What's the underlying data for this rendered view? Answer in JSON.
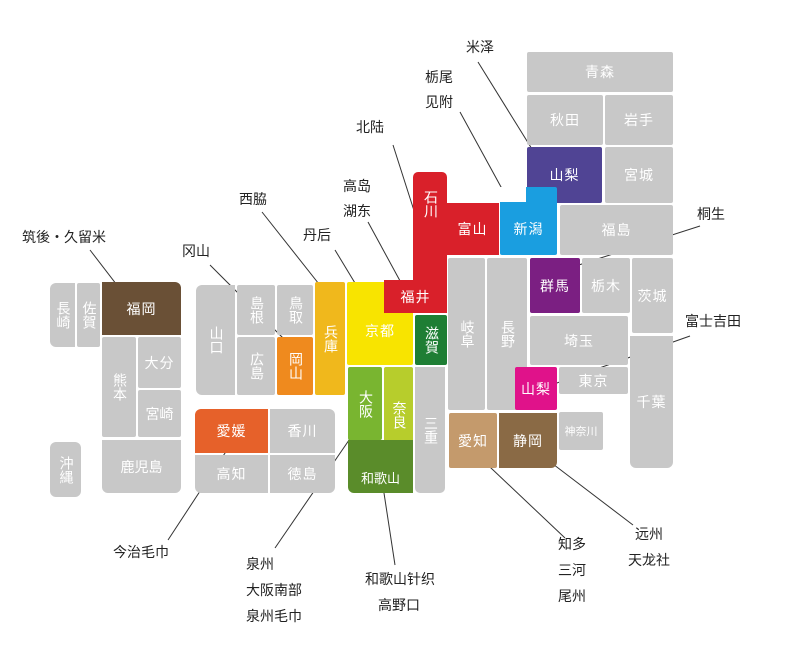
{
  "regions": {
    "aomori": "青森",
    "akita": "秋田",
    "iwate": "岩手",
    "yamanashi_n": "山梨",
    "miyagi": "宮城",
    "fukushima": "福島",
    "ishikawa": "石川",
    "toyama": "富山",
    "niigata": "新潟",
    "fukui": "福井",
    "gifu": "岐阜",
    "nagano": "長野",
    "gunma": "群馬",
    "tochigi": "栃木",
    "ibaraki": "茨城",
    "saitama": "埼玉",
    "chiba": "千葉",
    "yamanashi": "山梨",
    "tokyo": "東京",
    "kanagawa": "神奈川",
    "aichi": "愛知",
    "shizuoka": "静岡",
    "shiga": "滋賀",
    "mie": "三重",
    "kyoto": "京都",
    "osaka": "大阪",
    "nara": "奈良",
    "wakayama": "和歌山",
    "hyogo": "兵庫",
    "okayama": "岡山",
    "tottori": "鳥取",
    "shimane": "島根",
    "hiroshima": "広島",
    "yamaguchi": "山口",
    "ehime": "愛媛",
    "kagawa": "香川",
    "kochi": "高知",
    "tokushima": "徳島",
    "fukuoka": "福岡",
    "saga": "佐賀",
    "nagasaki": "長崎",
    "kumamoto": "熊本",
    "oita": "大分",
    "miyazaki": "宮崎",
    "kagoshima": "鹿児島",
    "okinawa": "沖縄"
  },
  "labels": {
    "yonezawa": "米泽",
    "tochio": "栃尾",
    "mitsuke": "见附",
    "hokuriku": "北陆",
    "takashima": "高岛",
    "koto": "湖东",
    "nishiwaki": "西脇",
    "tango": "丹后",
    "okayama": "冈山",
    "chikugo": "筑後・久留米",
    "kiryu": "桐生",
    "fujiyoshida": "富士吉田",
    "imabari": "今治毛巾",
    "senshu": "泉州",
    "osaka_south": "大阪南部",
    "senshu_towel": "泉州毛巾",
    "wakayama_knit": "和歌山针织",
    "koyaguchi": "高野口",
    "chita": "知多",
    "mikawa": "三河",
    "bishu": "尾州",
    "enshu": "远州",
    "tenryusha": "天龙社"
  },
  "colors": {
    "gray": "#c8c8c8",
    "red": "#d9202a",
    "blue": "#1a9ee0",
    "purple": "#504494",
    "yellow": "#f8e400"
  }
}
